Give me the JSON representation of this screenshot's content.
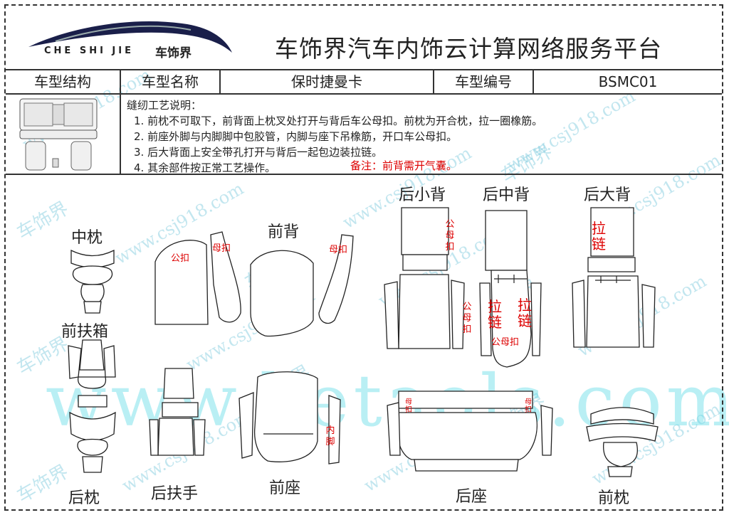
{
  "header": {
    "logo_text": "CHE SHI JIE",
    "logo_cn": "车饰界",
    "title": "车饰界汽车内饰云计算网络服务平台"
  },
  "info_row": {
    "label_structure": "车型结构",
    "label_name": "车型名称",
    "model_name": "保时捷曼卡",
    "label_code": "车型编号",
    "model_code": "BSMC01"
  },
  "notes": {
    "heading": "缝纫工艺说明：",
    "items": [
      "1. 前枕不可取下，前背面上枕叉处打开与背后车公母扣。前枕为开合枕，拉一圈橡筋。",
      "2. 前座外脚与内脚脚中包胶管，内脚与座下吊橡筋，开口车公母扣。",
      "3. 后大背面上安全带孔打开与背后一起包边装拉链。",
      "4. 其余部件按正常工艺操作。"
    ],
    "remark": "备注：前背需开气囊。"
  },
  "parts": {
    "middle_pillow": "中枕",
    "front_armrest_box": "前扶箱",
    "rear_pillow": "后枕",
    "rear_armrest": "后扶手",
    "front_seat": "前座",
    "front_back": "前背",
    "rear_small_back": "后小背",
    "rear_middle_back": "后中背",
    "rear_large_back": "后大背",
    "rear_seat": "后座",
    "front_pillow": "前枕"
  },
  "annotations": {
    "male_snap": "公扣",
    "female_snap": "母扣",
    "male_female_snap": "公母扣",
    "zipper": "拉链",
    "inner_leg": "内脚"
  },
  "watermarks": {
    "url_small": "www.csj918.com",
    "brand": "车饰界",
    "url_big": "www.ketaols.com"
  }
}
